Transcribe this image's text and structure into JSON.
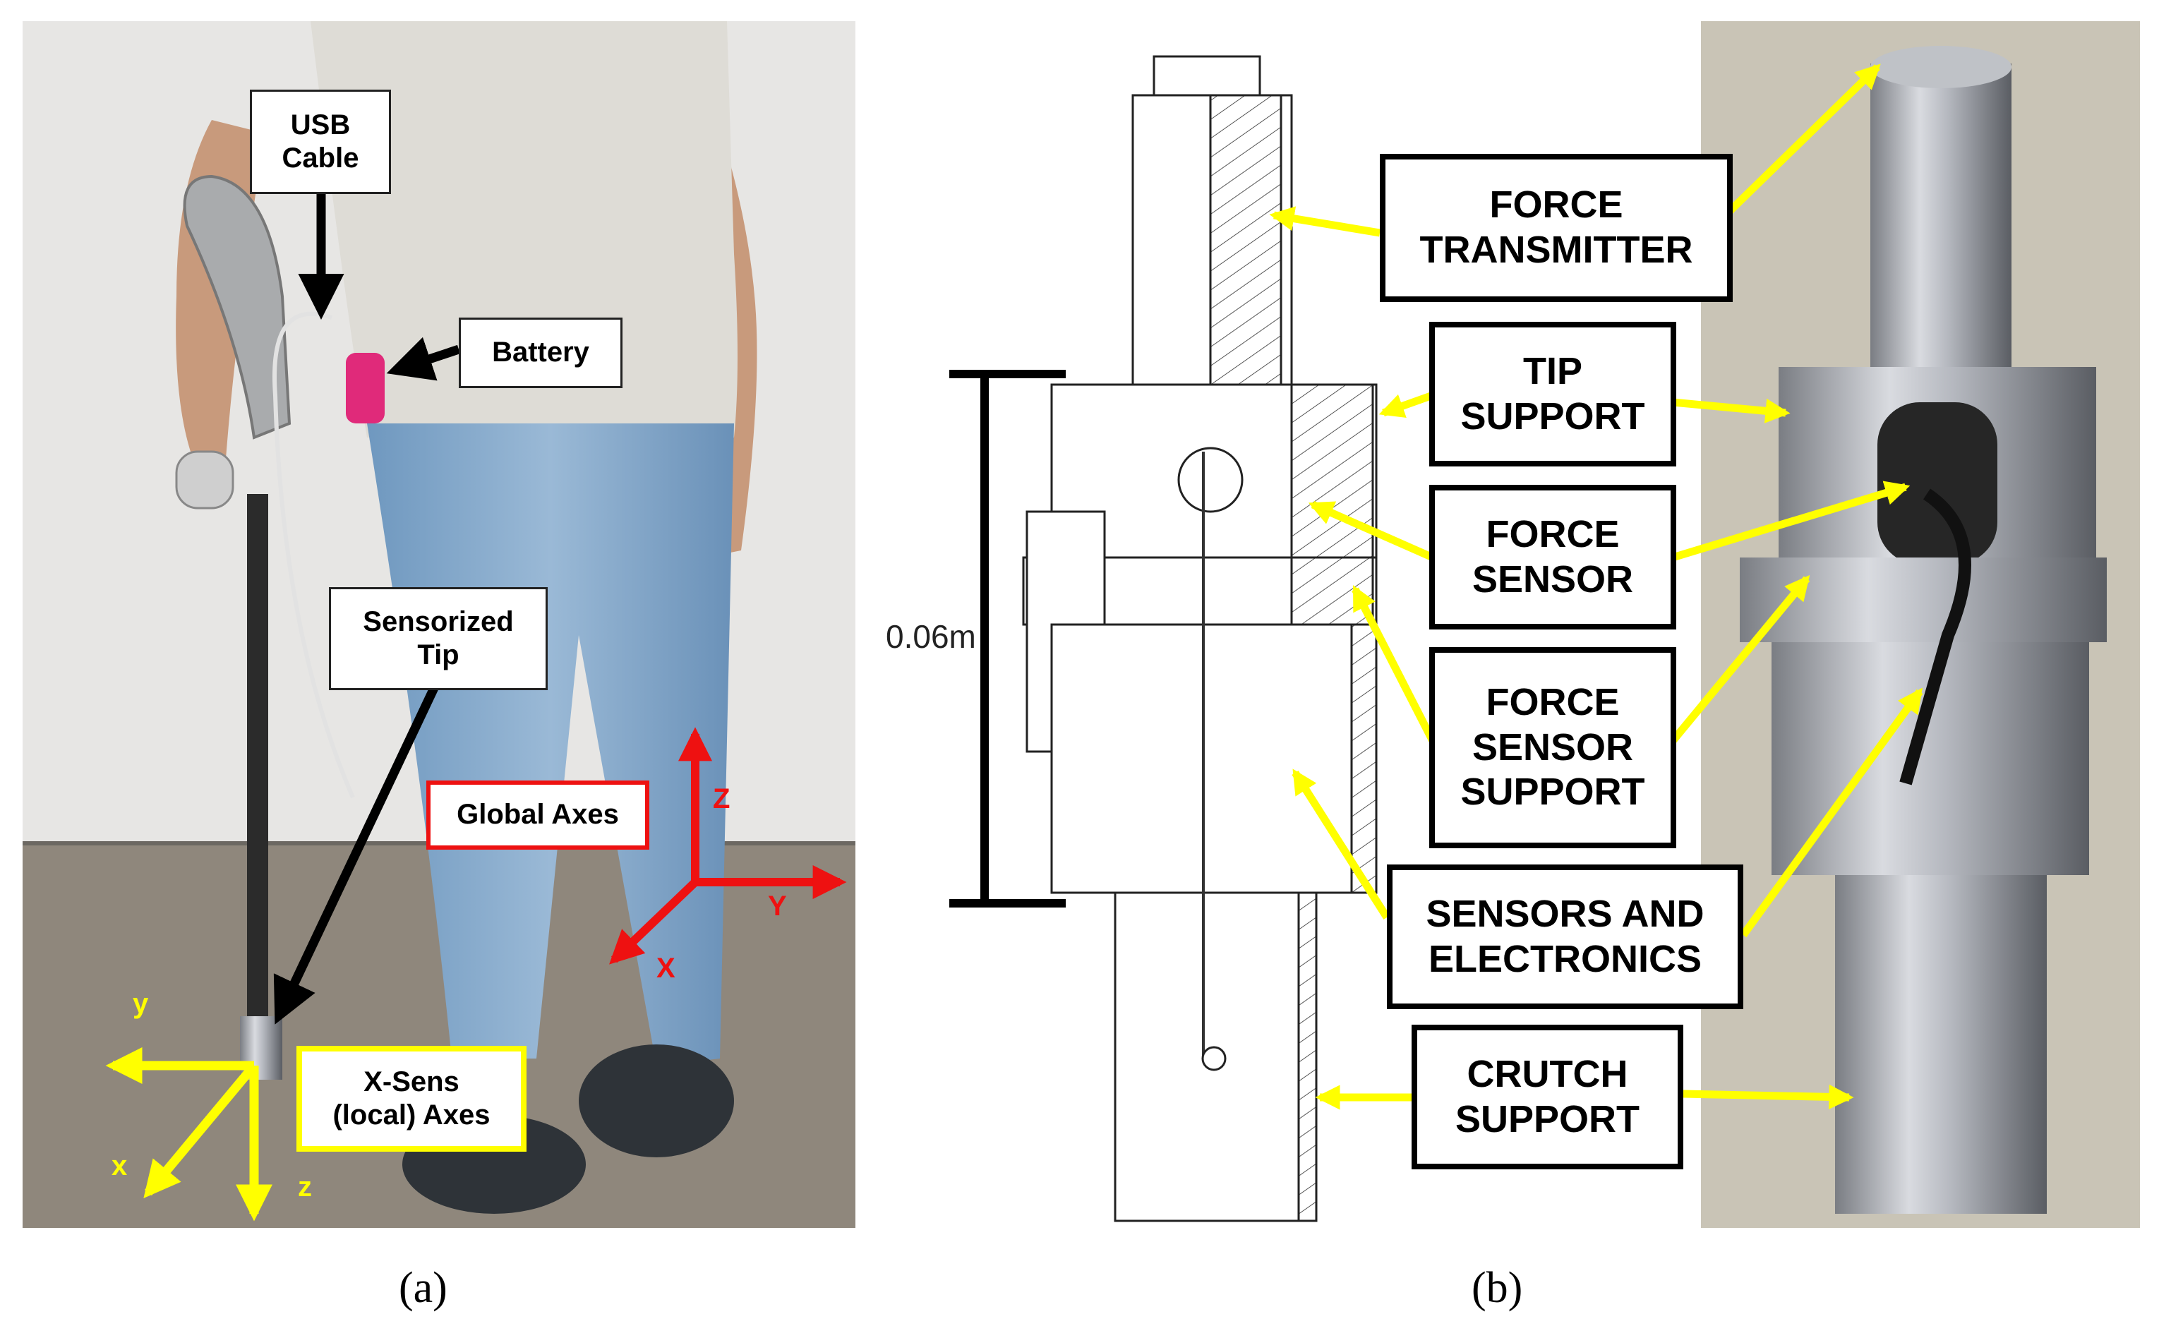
{
  "panel_a": {
    "caption": "(a)",
    "labels": {
      "usb_cable": [
        "USB",
        "Cable"
      ],
      "battery": [
        "Battery"
      ],
      "sensorized_tip": [
        "Sensorized",
        "Tip"
      ],
      "global_axes": [
        "Global  Axes"
      ],
      "xsens_axes": [
        "X-Sens",
        "(local) Axes"
      ]
    },
    "global_axes": {
      "z": "Z",
      "y": "Y",
      "x": "X"
    },
    "local_axes": {
      "y": "y",
      "x": "x",
      "z": "z"
    }
  },
  "panel_b": {
    "caption": "(b)",
    "dimension": "0.06m",
    "labels": {
      "force_transmitter": [
        "FORCE",
        "TRANSMITTER"
      ],
      "tip_support": [
        "TIP",
        "SUPPORT"
      ],
      "force_sensor": [
        "FORCE",
        "SENSOR"
      ],
      "force_sensor_support": [
        "FORCE",
        "SENSOR",
        "SUPPORT"
      ],
      "sensors_electronics": [
        "SENSORS AND",
        "ELECTRONICS"
      ],
      "crutch_support": [
        "CRUTCH",
        "SUPPORT"
      ]
    }
  },
  "colors": {
    "arrow_black": "#000000",
    "arrow_yellow": "#ffff00",
    "axis_red": "#ee1111",
    "global_box_border": "#ee1111",
    "xsens_box_border": "#ffff00"
  }
}
